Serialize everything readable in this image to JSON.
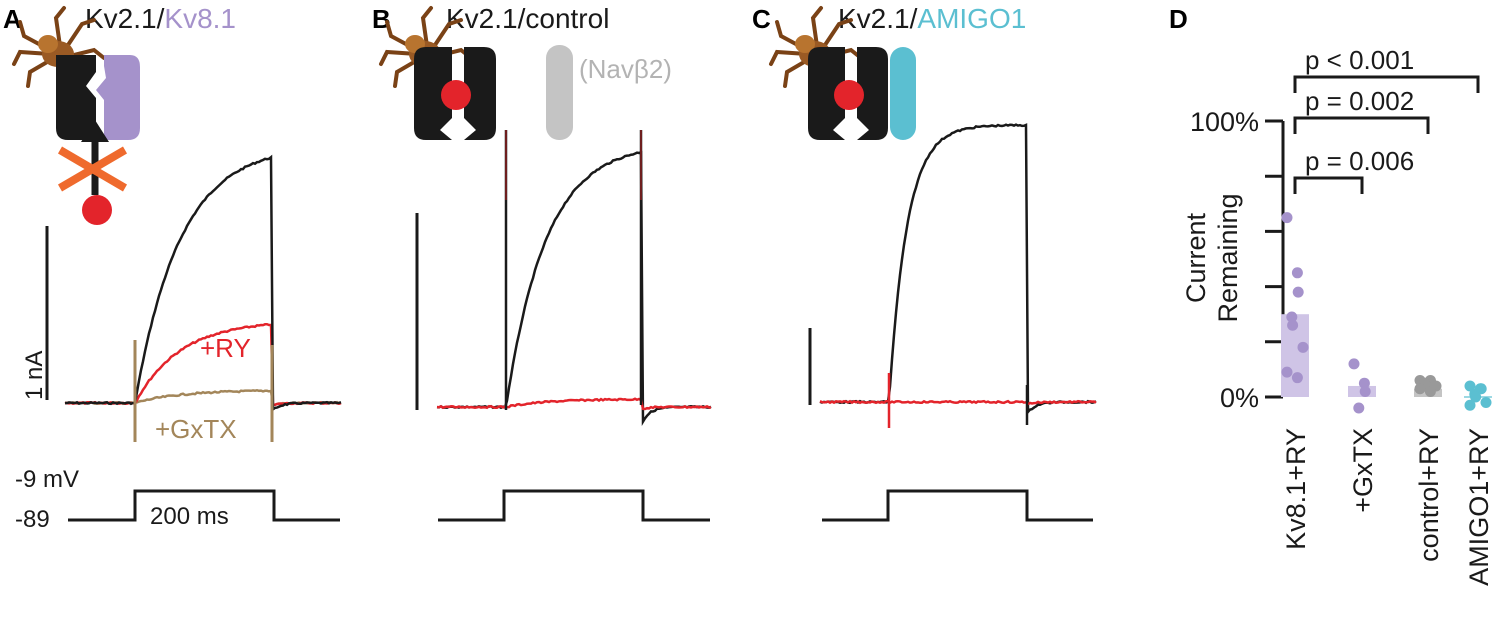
{
  "colors": {
    "black": "#1a1a1a",
    "red": "#e3242b",
    "tan": "#a3865a",
    "purple": "#a592cb",
    "purple_light": "#cfc4e6",
    "gray": "#999999",
    "gray_light": "#c4c4c4",
    "teal": "#5bbfd1",
    "teal_dark": "#4aa9b5",
    "orange": "#ef6a2d",
    "spider": "#9a5a24"
  },
  "panels": {
    "A": {
      "letter": "A",
      "title_main": "Kv2.1/",
      "title_partner": "Kv8.1",
      "labels": {
        "ry": "+RY",
        "gxtx": "+GxTX"
      },
      "scale_current": "1 nA",
      "voltage": {
        "top": "-9 mV",
        "bottom": "-89",
        "duration": "200 ms"
      },
      "icons": [
        "spider-icon",
        "kv2-1-channel-icon",
        "kv8-1-subunit-icon",
        "blocked-arrow-icon",
        "ry-molecule-icon"
      ]
    },
    "B": {
      "letter": "B",
      "title_main": "Kv2.1/control",
      "partner_label": "(Navβ2)",
      "icons": [
        "spider-icon",
        "kv2-1-channel-icon",
        "ry-molecule-icon",
        "navb2-subunit-icon"
      ]
    },
    "C": {
      "letter": "C",
      "title_main": "Kv2.1/",
      "title_partner": "AMIGO1",
      "icons": [
        "spider-icon",
        "kv2-1-channel-icon",
        "ry-molecule-icon",
        "amigo1-subunit-icon"
      ]
    },
    "D": {
      "letter": "D",
      "ylabel_line1": "Current",
      "ylabel_line2": "Remaining",
      "ytick_top": "100%",
      "ytick_bottom": "0%",
      "comparisons": [
        "p < 0.001",
        "p = 0.002",
        "p = 0.006"
      ]
    }
  },
  "chart_data": [
    {
      "panel": "A",
      "type": "line",
      "xlabel": "",
      "ylabel": "",
      "series": [
        {
          "name": "",
          "color": "black",
          "shape": "activating current",
          "plateau_relative": 1.0
        },
        {
          "name": "+RY",
          "color": "red",
          "shape": "activating current",
          "plateau_relative": 0.32
        },
        {
          "name": "+GxTX",
          "color": "tan",
          "shape": "activating current",
          "plateau_relative": 0.05
        }
      ],
      "scale_bar": "1 nA",
      "protocol": {
        "holding_mV": -89,
        "step_mV": -9,
        "step_ms": 200
      }
    },
    {
      "panel": "B",
      "type": "line",
      "series": [
        {
          "name": "",
          "color": "black",
          "shape": "activating current",
          "plateau_relative": 1.0
        },
        {
          "name": "",
          "color": "red",
          "shape": "activating current",
          "plateau_relative": 0.03
        }
      ]
    },
    {
      "panel": "C",
      "type": "line",
      "series": [
        {
          "name": "",
          "color": "black",
          "shape": "activating current",
          "plateau_relative": 1.0
        },
        {
          "name": "",
          "color": "red",
          "shape": "activating current",
          "plateau_relative": 0.0
        }
      ]
    },
    {
      "panel": "D",
      "type": "scatter",
      "ylabel": "Current Remaining",
      "ylim": [
        0,
        100
      ],
      "yticks": [
        0,
        20,
        40,
        60,
        80,
        100
      ],
      "yticklabels": {
        "0": "0%",
        "100": "100%"
      },
      "categories": [
        "Kv8.1+RY",
        "+GxTX",
        "control+RY",
        "AMIGO1+RY"
      ],
      "means": [
        30,
        4,
        3,
        0
      ],
      "bar_colors": [
        "purple_light",
        "purple_light",
        "gray_light",
        "teal"
      ],
      "point_colors": [
        "purple",
        "purple",
        "gray",
        "teal"
      ],
      "points": [
        [
          65,
          45,
          38,
          29,
          26,
          18,
          9,
          7
        ],
        [
          12,
          5,
          2,
          -4
        ],
        [
          6,
          6,
          5,
          5,
          4,
          4,
          3,
          2
        ],
        [
          4,
          3,
          3,
          1,
          0,
          -2,
          -3
        ]
      ],
      "comparisons": [
        {
          "from": "Kv8.1+RY",
          "to": "AMIGO1+RY",
          "label": "p < 0.001"
        },
        {
          "from": "Kv8.1+RY",
          "to": "control+RY",
          "label": "p = 0.002"
        },
        {
          "from": "Kv8.1+RY",
          "to": "+GxTX",
          "label": "p = 0.006"
        }
      ]
    }
  ]
}
